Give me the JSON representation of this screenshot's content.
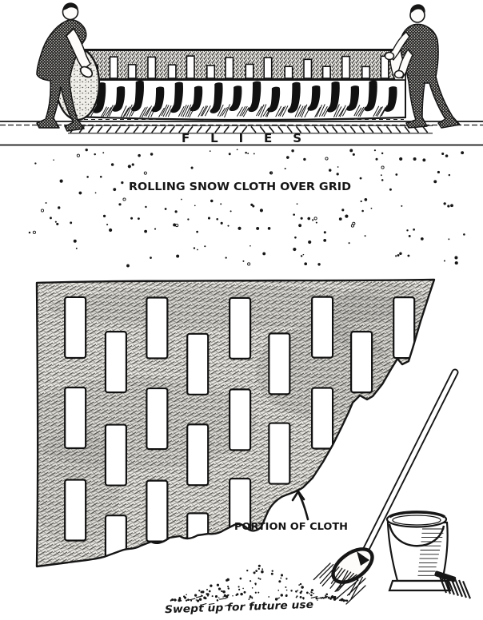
{
  "illustration": {
    "title": "Rolling snow cloth over grid",
    "top_scene": {
      "flies_label": "FLIES",
      "caption": "ROLLING SNOW CLOTH OVER GRID"
    },
    "bottom_scene": {
      "cloth_label": "PORTION OF CLOTH",
      "swept_note": "Swept up for future use"
    },
    "colors": {
      "ink": "#161616",
      "paper": "#ffffff",
      "cloth_tone": "#eceae4"
    }
  }
}
